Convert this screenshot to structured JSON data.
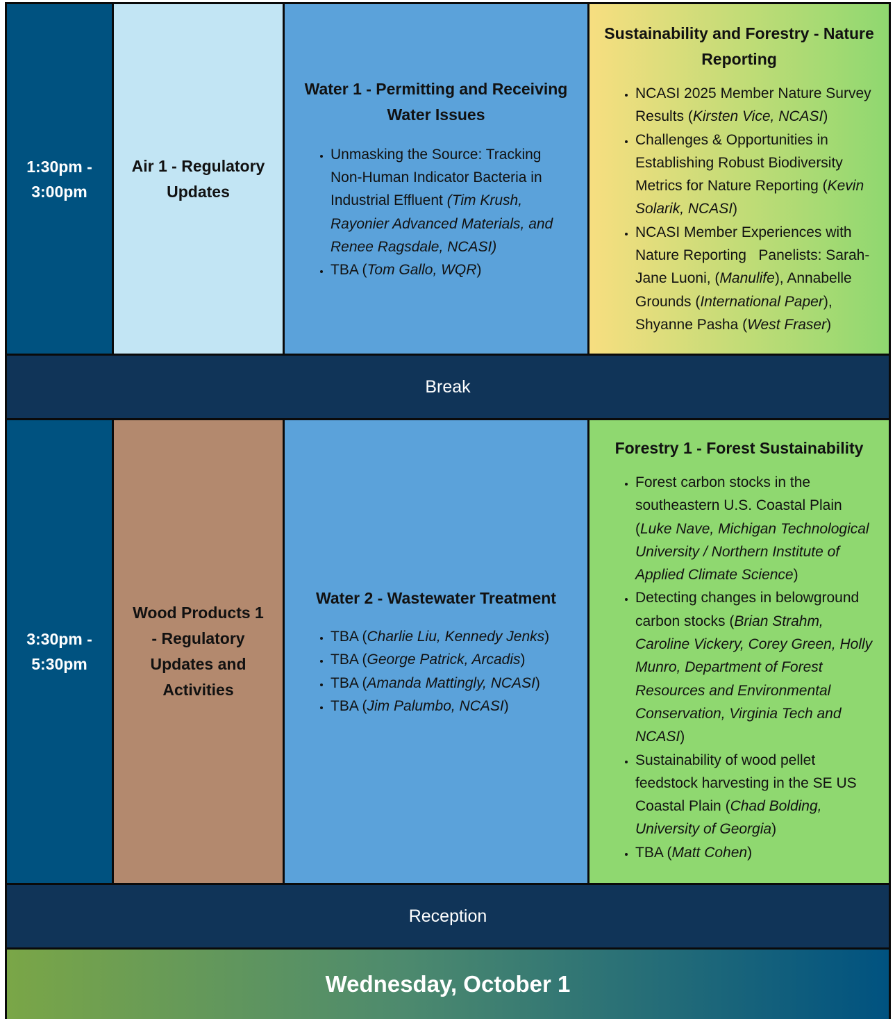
{
  "row1": {
    "time": "1:30pm - 3:00pm",
    "air": {
      "title": "Air 1 - Regulatory Updates"
    },
    "water": {
      "title": "Water 1 - Permitting and Receiving Water Issues",
      "items": [
        {
          "text": "Unmasking the Source: Tracking Non-Human Indicator Bacteria in Industrial Effluent ",
          "speaker": "(Tim Krush, Rayonier Advanced Materials, and Renee Ragsdale, NCASI)"
        },
        {
          "text": "TBA (",
          "speaker": "Tom Gallo, WQR",
          "close": ")"
        }
      ]
    },
    "sustainability": {
      "title": "Sustainability and Forestry - Nature Reporting",
      "items": [
        {
          "text": "NCASI 2025 Member Nature Survey Results (",
          "speaker": "Kirsten Vice, NCASI",
          "close": ")"
        },
        {
          "text": "Challenges & Opportunities in Establishing Robust Biodiversity Metrics for Nature Reporting (",
          "speaker": "Kevin Solarik, NCASI",
          "close": ")"
        }
      ],
      "panel": {
        "intro": "NCASI Member Experiences with Nature Reporting   Panelists: Sarah-Jane Luoni, (",
        "org1": "Manulife",
        "mid1": "), Annabelle Grounds (",
        "org2": "International Paper",
        "mid2": "), Shyanne Pasha (",
        "org3": "West Fraser",
        "close": ")"
      }
    }
  },
  "break_label": "Break",
  "row2": {
    "time": "3:30pm - 5:30pm",
    "wood": {
      "title": "Wood Products 1 - Regulatory Updates and Activities"
    },
    "water": {
      "title": "Water 2 - Wastewater Treatment",
      "items": [
        {
          "text": "TBA (",
          "speaker": "Charlie Liu, Kennedy Jenks",
          "close": ")"
        },
        {
          "text": "TBA (",
          "speaker": "George Patrick, Arcadis",
          "close": ")"
        },
        {
          "text": "TBA (",
          "speaker": "Amanda Mattingly, NCASI",
          "close": ")"
        },
        {
          "text": "TBA (",
          "speaker": "Jim Palumbo, NCASI",
          "close": ")"
        }
      ]
    },
    "forestry": {
      "title": "Forestry 1 - Forest Sustainability",
      "items": [
        {
          "text": "Forest carbon stocks in the southeastern U.S. Coastal Plain (",
          "speaker": "Luke Nave, Michigan Technological University / Northern Institute of Applied Climate Science",
          "close": ")"
        },
        {
          "text": "Detecting changes in belowground carbon stocks (",
          "speaker": "Brian Strahm, Caroline Vickery, Corey Green, Holly Munro, Department of Forest Resources and Environmental Conservation, Virginia Tech and NCASI",
          "close": ")"
        },
        {
          "text": "Sustainability of wood pellet feedstock harvesting in the SE US Coastal Plain (",
          "speaker": "Chad Bolding, University of Georgia",
          "close": ")"
        },
        {
          "text": "TBA (",
          "speaker": "Matt Cohen",
          "close": ")"
        }
      ]
    }
  },
  "reception_label": "Reception",
  "day_label": "Wednesday, October 1",
  "colors": {
    "time_bg": "#005280",
    "air_bg": "#c2e5f4",
    "water_bg": "#5ba2da",
    "forestry_bg": "#8fd870",
    "wood_bg": "#b3896e",
    "bar_bg": "#103458"
  }
}
